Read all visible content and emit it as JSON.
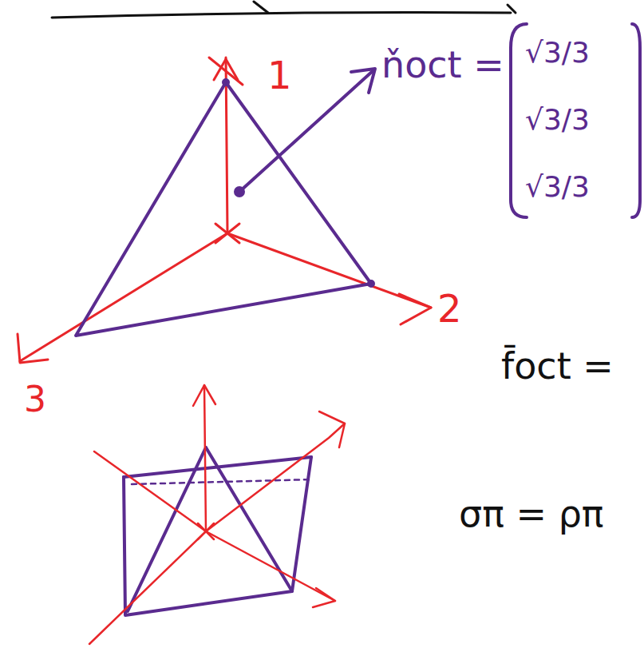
{
  "diagram": {
    "labels": [
      "1",
      "2",
      "3",
      "ňoct =",
      "√3/3",
      "√3/3",
      "√3/3",
      "f̄oct =",
      "σπ = ρπ"
    ]
  }
}
